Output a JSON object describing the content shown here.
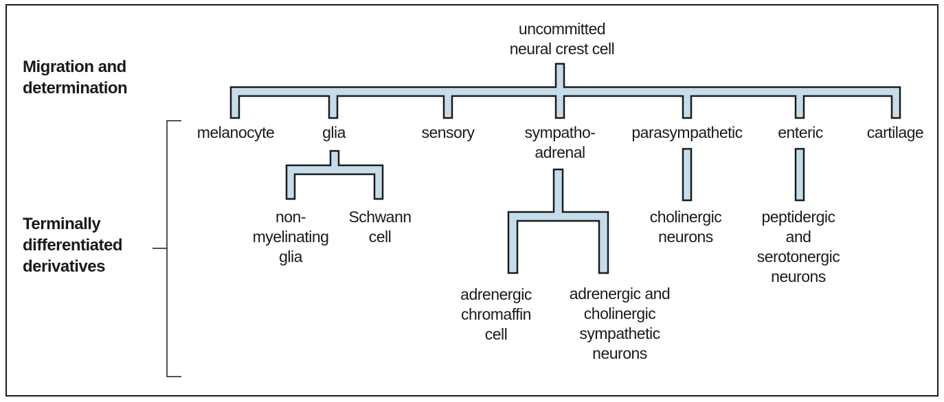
{
  "headings": {
    "migration": "Migration and\ndetermination",
    "terminal": "Terminally\ndifferentiated\nderivatives"
  },
  "root": "uncommitted\nneural crest cell",
  "lineages": {
    "melanocyte": "melanocyte",
    "glia": "glia",
    "sensory": "sensory",
    "sympathoadrenal": "sympatho-\nadrenal",
    "parasympathetic": "parasympathetic",
    "enteric": "enteric",
    "cartilage": "cartilage"
  },
  "derivatives": {
    "non_myelinating_glia": "non-\nmyelinating\nglia",
    "schwann_cell": "Schwann\ncell",
    "adrenergic_chromaffin": "adrenergic\nchromaffin\ncell",
    "adrenergic_cholinergic": "adrenergic and\ncholinergic\nsympathetic\nneurons",
    "cholinergic_neurons": "cholinergic\nneurons",
    "peptidergic_neurons": "peptidergic\nand\nserotonergic\nneurons"
  },
  "colors": {
    "connector_fill": "#c5dceb",
    "connector_stroke": "#1a1a1a",
    "text": "#1a1a1a",
    "border": "#1a1a1a"
  }
}
